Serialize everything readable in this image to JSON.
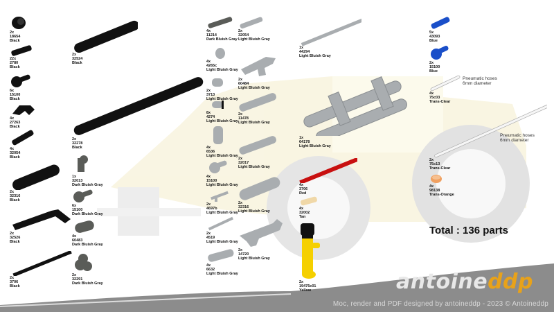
{
  "page": {
    "total_label": "Total : 136 parts",
    "brand": {
      "part1": "antoine",
      "part2": "ddp"
    },
    "credit": "Moc, render and PDF designed by antoineddp - 2023 © Antoineddp",
    "colors": {
      "accent": "#e8a21a",
      "footer": "#8c8c8c",
      "black_part": "#111111",
      "dbg": "#5a5c58",
      "lbg": "#a9adb0",
      "red": "#c81010",
      "yellow": "#f5d000",
      "blue": "#1a4fc9",
      "tan": "#f0d8a8",
      "orange": "#f0a060"
    }
  },
  "notes": [
    {
      "line1": "Pneumatic hoses",
      "line2": "6mm diameter"
    },
    {
      "line1": "Pneumatic hoses",
      "line2": "6mm diameter"
    }
  ],
  "parts": [
    {
      "qty": "2x",
      "id": "18654",
      "color": "Black"
    },
    {
      "qty": "22x",
      "id": "2780",
      "color": "Black"
    },
    {
      "qty": "6x",
      "id": "15100",
      "color": "Black"
    },
    {
      "qty": "4x",
      "id": "27263",
      "color": "Black"
    },
    {
      "qty": "4x",
      "id": "32054",
      "color": "Black"
    },
    {
      "qty": "2x",
      "id": "32316",
      "color": "Black"
    },
    {
      "qty": "2x",
      "id": "32526",
      "color": "Black"
    },
    {
      "qty": "2x",
      "id": "3706",
      "color": "Black"
    },
    {
      "qty": "2x",
      "id": "32524",
      "color": "Black"
    },
    {
      "qty": "2x",
      "id": "32278",
      "color": "Black"
    },
    {
      "qty": "1x",
      "id": "32013",
      "color": "Dark Bluish Gray"
    },
    {
      "qty": "6x",
      "id": "15100",
      "color": "Dark Bluish Gray"
    },
    {
      "qty": "4x",
      "id": "60483",
      "color": "Dark Bluish Gray"
    },
    {
      "qty": "2x",
      "id": "32291",
      "color": "Dark Bluish Gray"
    },
    {
      "qty": "4x",
      "id": "11214",
      "color": "Dark Bluish Gray"
    },
    {
      "qty": "4x",
      "id": "4265c",
      "color": "Light Bluish Gray"
    },
    {
      "qty": "2x",
      "id": "3713",
      "color": "Light Bluish Gray"
    },
    {
      "qty": "8x",
      "id": "4274",
      "color": "Light Bluish Gray"
    },
    {
      "qty": "4x",
      "id": "6536",
      "color": "Light Bluish Gray"
    },
    {
      "qty": "4x",
      "id": "15100",
      "color": "Light Bluish Gray"
    },
    {
      "qty": "2x",
      "id": "4697b",
      "color": "Light Bluish Gray"
    },
    {
      "qty": "2x",
      "id": "4519",
      "color": "Light Bluish Gray"
    },
    {
      "qty": "4x",
      "id": "6632",
      "color": "Light Bluish Gray"
    },
    {
      "qty": "2x",
      "id": "32054",
      "color": "Light Bluish Gray"
    },
    {
      "qty": "2x",
      "id": "60484",
      "color": "Light Bluish Gray"
    },
    {
      "qty": "2x",
      "id": "11478",
      "color": "Light Bluish Gray"
    },
    {
      "qty": "2x",
      "id": "32017",
      "color": "Light Bluish Gray"
    },
    {
      "qty": "2x",
      "id": "32316",
      "color": "Light Bluish Gray"
    },
    {
      "qty": "2x",
      "id": "14720",
      "color": "Light Bluish Gray"
    },
    {
      "qty": "1x",
      "id": "44294",
      "color": "Light Bluish Gray"
    },
    {
      "qty": "1x",
      "id": "64178",
      "color": "Light Bluish Gray"
    },
    {
      "qty": "4x",
      "id": "3706",
      "color": "Red"
    },
    {
      "qty": "4x",
      "id": "32002",
      "color": "Tan"
    },
    {
      "qty": "2x",
      "id": "19475c01",
      "color": "Yellow"
    },
    {
      "qty": "5x",
      "id": "43093",
      "color": "Blue"
    },
    {
      "qty": "2x",
      "id": "15100",
      "color": "Blue"
    },
    {
      "qty": "4x",
      "id": "75c03",
      "color": "Trans-Clear"
    },
    {
      "qty": "2x",
      "id": "75c13",
      "color": "Trans-Clear"
    },
    {
      "qty": "4x",
      "id": "98138",
      "color": "Trans-Orange"
    }
  ]
}
